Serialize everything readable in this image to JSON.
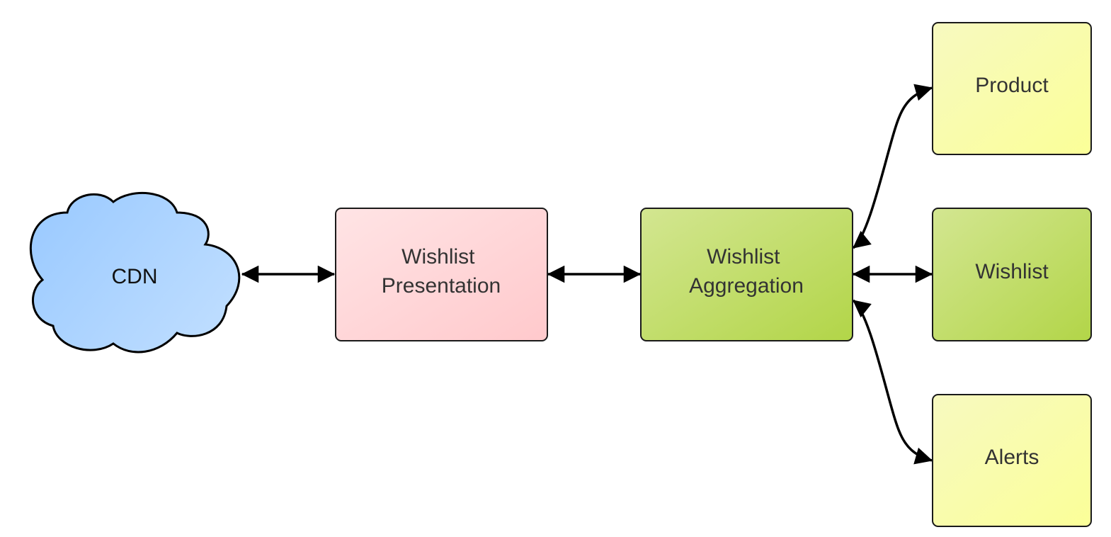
{
  "nodes": {
    "cdn": {
      "label": "CDN"
    },
    "presentation": {
      "label_lines": [
        "Wishlist",
        "Presentation"
      ]
    },
    "aggregation": {
      "label_lines": [
        "Wishlist",
        "Aggregation"
      ]
    },
    "product": {
      "label": "Product"
    },
    "wishlist": {
      "label": "Wishlist"
    },
    "alerts": {
      "label": "Alerts"
    }
  },
  "connections": [
    {
      "from": "CDN",
      "to": "Wishlist Presentation",
      "direction": "bidirectional"
    },
    {
      "from": "Wishlist Presentation",
      "to": "Wishlist Aggregation",
      "direction": "bidirectional"
    },
    {
      "from": "Wishlist Aggregation",
      "to": "Product",
      "direction": "bidirectional"
    },
    {
      "from": "Wishlist Aggregation",
      "to": "Wishlist",
      "direction": "bidirectional"
    },
    {
      "from": "Wishlist Aggregation",
      "to": "Alerts",
      "direction": "bidirectional"
    }
  ],
  "colors": {
    "cdn_fill_start": "#99c9ff",
    "cdn_fill_end": "#bcdcff",
    "presentation_fill_start": "#ffe3e4",
    "presentation_fill_end": "#ffcacc",
    "aggregation_fill_start": "#d1e58c",
    "aggregation_fill_end": "#b4d64d",
    "service_yellow_start": "#f9fbb8",
    "service_yellow_end": "#fbff99",
    "stroke": "#1a1a1a",
    "text": "#333333"
  }
}
